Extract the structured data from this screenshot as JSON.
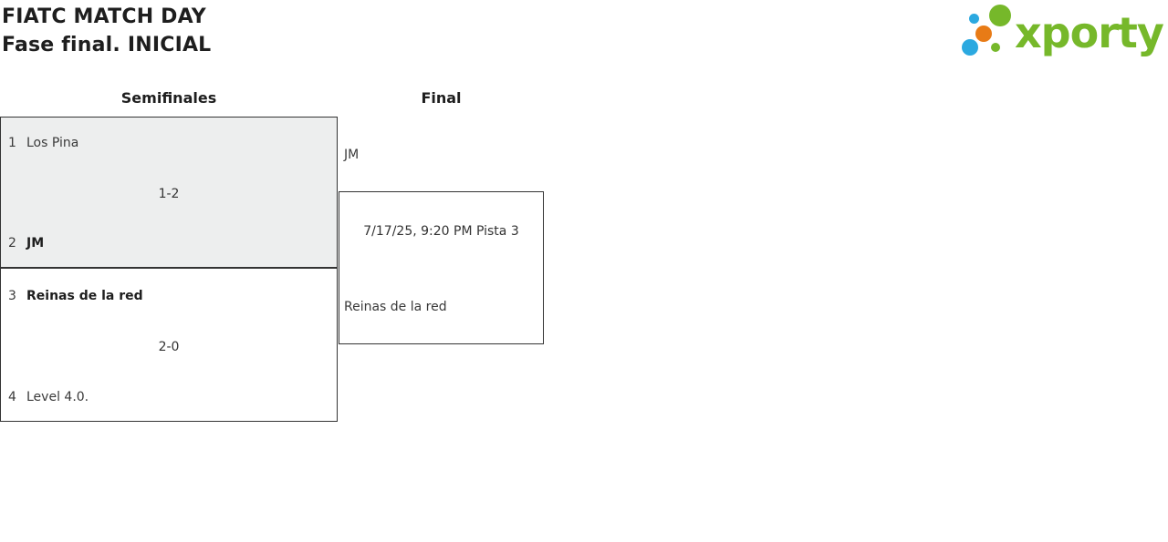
{
  "header": {
    "title": "FIATC MATCH DAY",
    "subtitle": "Fase final. INICIAL"
  },
  "logo": {
    "brand": "xporty",
    "colors": {
      "green": "#76B82A",
      "blue": "#2BA9E0",
      "orange": "#E87B16"
    }
  },
  "bracket": {
    "round_headers": [
      {
        "label": "Semifinales"
      },
      {
        "label": "Final"
      }
    ],
    "semifinal_1": {
      "team_top": {
        "seed": "1",
        "name": "Los Pina"
      },
      "score": "1-2",
      "team_bottom": {
        "seed": "2",
        "name": "JM"
      },
      "winner": "JM",
      "highlighted": true
    },
    "semifinal_2": {
      "team_top": {
        "seed": "3",
        "name": "Reinas de la red"
      },
      "score": "2-0",
      "team_bottom": {
        "seed": "4",
        "name": "Level 4.0."
      },
      "winner": "Reinas de la red",
      "highlighted": false
    },
    "final": {
      "team_top": "JM",
      "schedule": "7/17/25, 9:20 PM Pista 3",
      "team_bottom": "Reinas de la red"
    }
  },
  "styles": {
    "highlight_box_fill": "#EDEEEE",
    "box_border": "#333333"
  }
}
